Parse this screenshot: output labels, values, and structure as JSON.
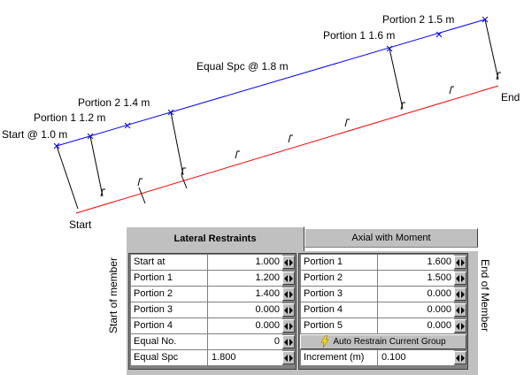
{
  "diagram": {
    "labels": {
      "start_at": "Start @ 1.0 m",
      "portion1_start": "Portion 1  1.2 m",
      "portion2_start": "Portion 2  1.4 m",
      "equal_spc": "Equal Spc @ 1.8 m",
      "portion1_end": "Portion 1  1.6 m",
      "portion2_end": "Portion 2  1.5 m",
      "start": "Start",
      "end": "End"
    },
    "colors": {
      "restraint_line": "#0000ff",
      "member_line": "#ff0000",
      "ticks": "#000000"
    }
  },
  "side_labels": {
    "left": "Start of member",
    "right": "End of Member"
  },
  "tabs": [
    {
      "label": "Lateral Restraints",
      "active": true
    },
    {
      "label": "Axial with Moment",
      "active": false
    }
  ],
  "start_table": [
    {
      "label": "Start at",
      "value": "1.000"
    },
    {
      "label": "Portion 1",
      "value": "1.200"
    },
    {
      "label": "Portion 2",
      "value": "1.400"
    },
    {
      "label": "Portion 3",
      "value": "0.000"
    },
    {
      "label": "Portion 4",
      "value": "0.000"
    },
    {
      "label": "Equal No.",
      "value": "0"
    },
    {
      "label": "Equal Spc",
      "value": "1.800"
    }
  ],
  "end_table": [
    {
      "label": "Portion 1",
      "value": "1.600"
    },
    {
      "label": "Portion 2",
      "value": "1.500"
    },
    {
      "label": "Portion 3",
      "value": "0.000"
    },
    {
      "label": "Portion 4",
      "value": "0.000"
    },
    {
      "label": "Portion 5",
      "value": "0.000"
    }
  ],
  "auto_button": {
    "label": "Auto Restrain Current Group",
    "icon": "lightning-icon"
  },
  "increment": {
    "label": "Increment (m)",
    "value": "0.100"
  }
}
